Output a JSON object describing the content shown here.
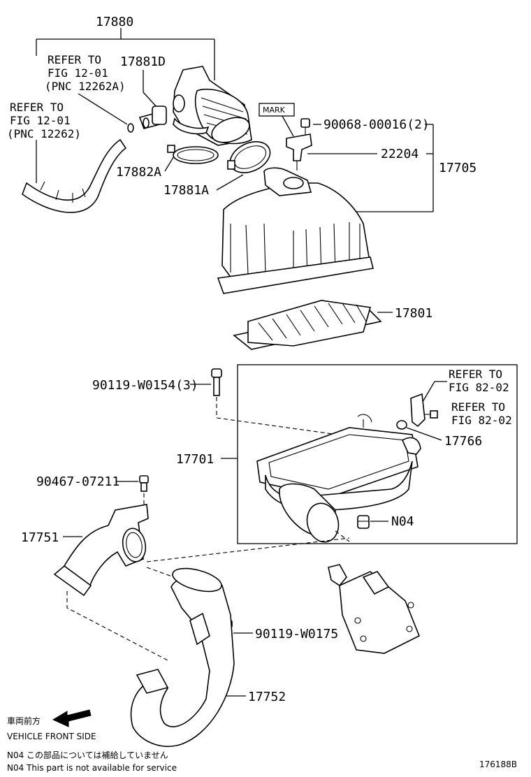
{
  "parts": {
    "p17880": "17880",
    "p17881D": "17881D",
    "p17882A": "17882A",
    "p17881A": "17881A",
    "p90068": "90068-00016(2)",
    "p22204": "22204",
    "p17705": "17705",
    "p17801": "17801",
    "p90119_154": "90119-W0154(3)",
    "p17701": "17701",
    "p17766": "17766",
    "pN04": "N04",
    "p90467": "90467-07211",
    "p17751": "17751",
    "p90119_175": "90119-W0175",
    "p17752": "17752"
  },
  "refs": {
    "fig1201a": [
      "REFER TO",
      "FIG 12-01",
      "(PNC 12262A)"
    ],
    "fig1201b": [
      "REFER TO",
      "FIG 12-01",
      "(PNC 12262)"
    ],
    "fig8202a": [
      "REFER TO",
      "FIG 82-02"
    ],
    "fig8202b": [
      "REFER TO",
      "FIG 82-02"
    ]
  },
  "mark_label": "MARK",
  "vehicle_front": {
    "jp": "車両前方",
    "en": "VEHICLE FRONT SIDE"
  },
  "notes": {
    "jp": "N04  この部品については補給していません",
    "en": "N04  This part is not available for service"
  },
  "figure_id": "176188B"
}
